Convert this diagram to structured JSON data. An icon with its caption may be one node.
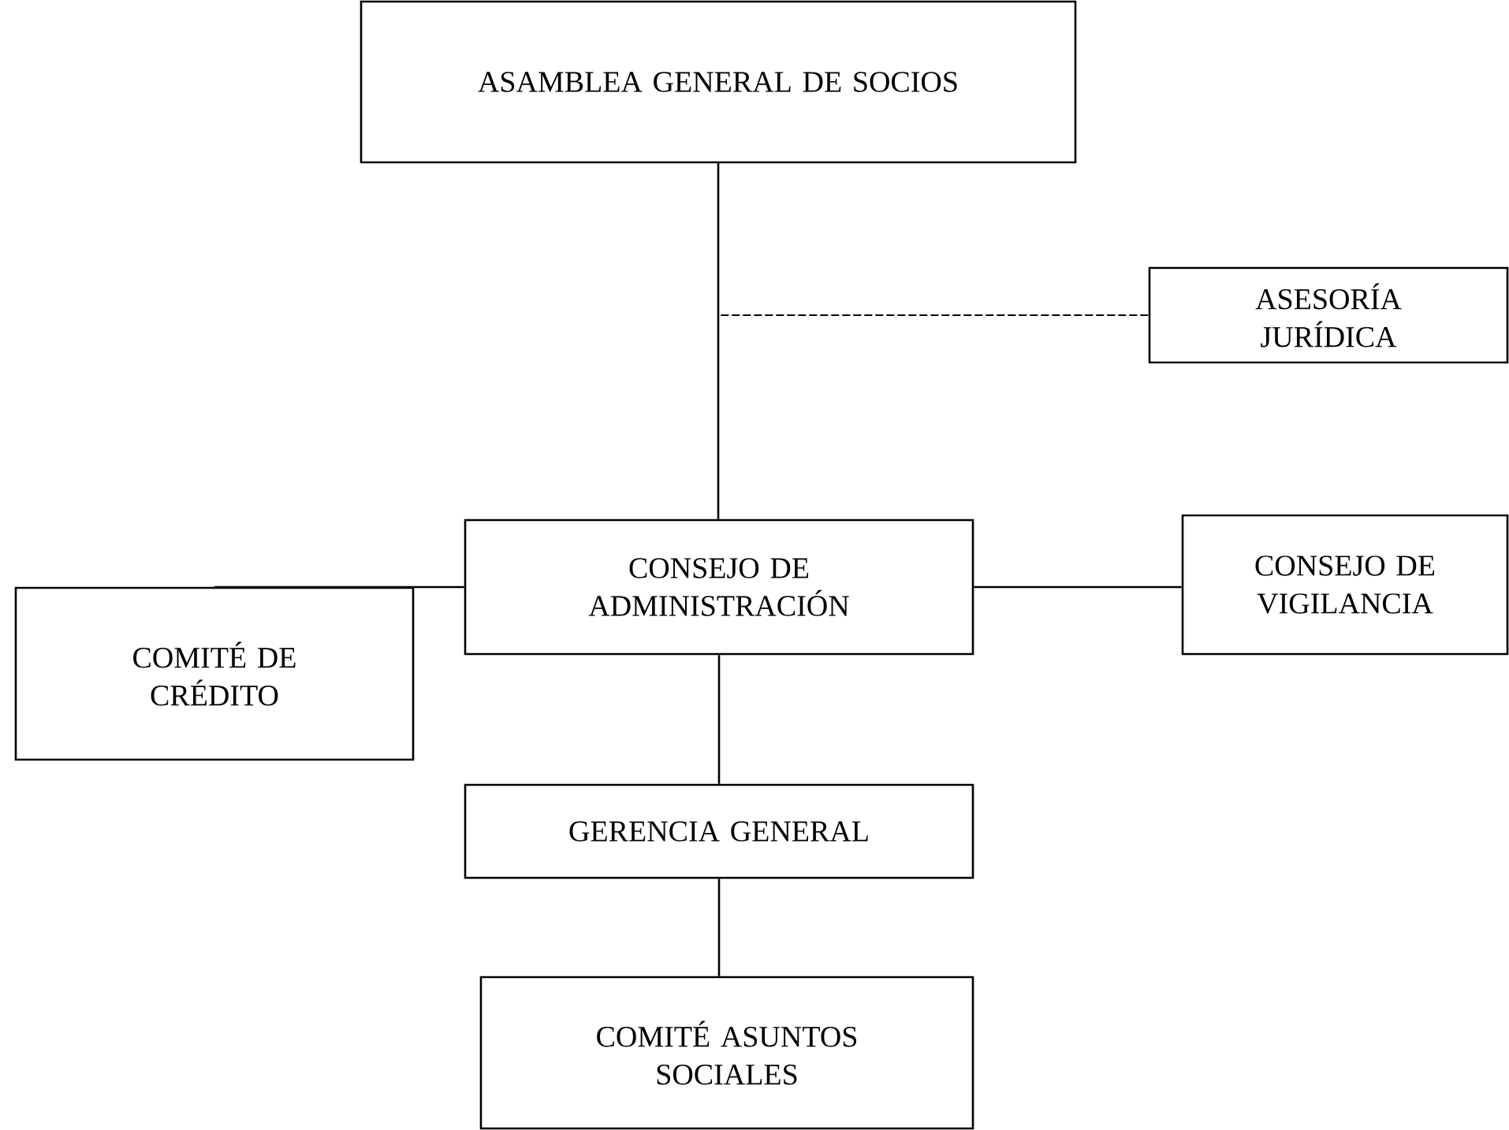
{
  "diagram": {
    "nodes": [
      {
        "text": [
          "ASAMBLEA GENERAL DE SOCIOS"
        ]
      },
      {
        "text": [
          "ASESORÍA JURÍDICA"
        ]
      },
      {
        "text": [
          "CONSEJO DE ADMINISTRACIÓN"
        ]
      },
      {
        "text": [
          "CONSEJO DE VIGILANCIA"
        ]
      },
      {
        "text": [
          "COMITÉ DE CRÉDITO"
        ]
      },
      {
        "text": [
          "GERENCIA GENERAL"
        ]
      },
      {
        "text": [
          "COMITÉ ASUNTOS SOCIALES"
        ]
      }
    ],
    "edges": [
      {
        "from": 0,
        "to": 2,
        "arrow": "none"
      },
      {
        "from": 0,
        "to": 1,
        "arrow": "none",
        "style": "dashed"
      },
      {
        "from": 2,
        "to": 3,
        "arrow": "none"
      },
      {
        "from": 2,
        "to": 4,
        "arrow": "none"
      },
      {
        "from": 2,
        "to": 5,
        "arrow": "none"
      },
      {
        "from": 5,
        "to": 6,
        "arrow": "none"
      }
    ]
  }
}
